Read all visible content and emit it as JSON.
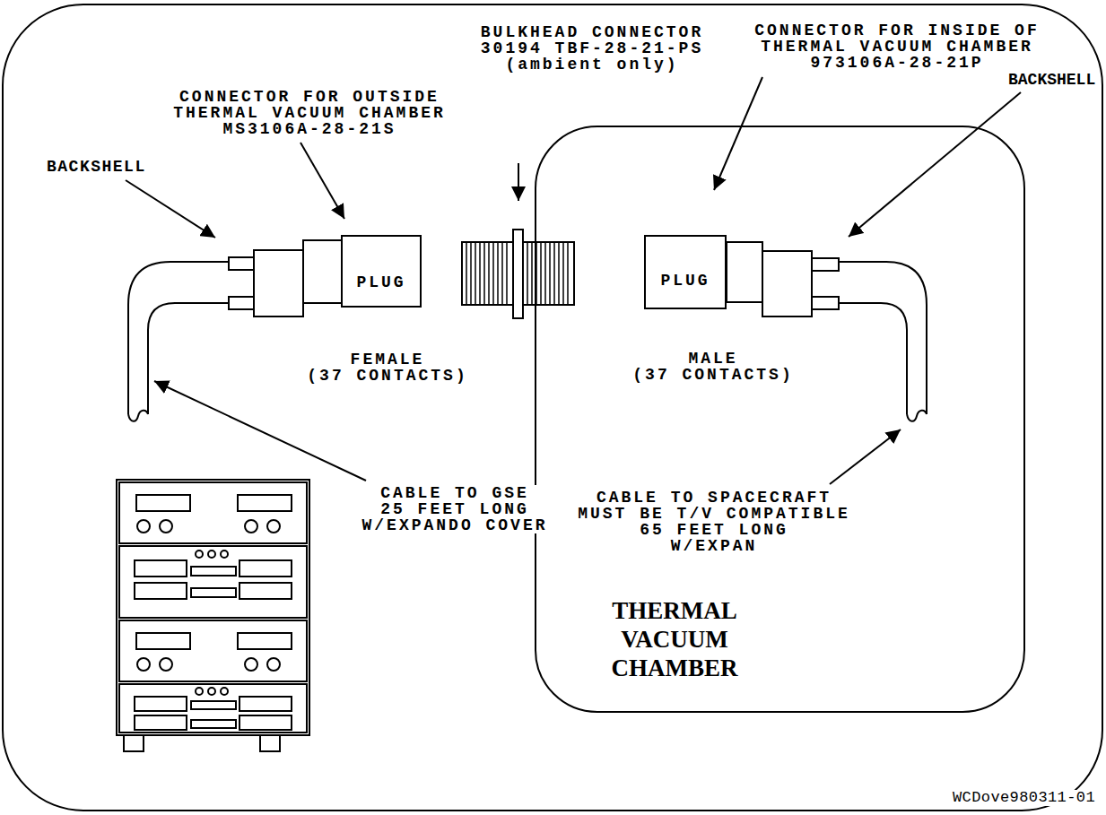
{
  "diagram": {
    "nodes": [
      {
        "text": [
          "PLUG"
        ]
      },
      {
        "text": [
          "THERMAL VACUUM CHAMBER"
        ]
      },
      {
        "text": [
          "PLUG"
        ],
        "in": 1
      }
    ],
    "labels": [
      "BULKHEAD CONNECTOR 30194 TBF-28-21-PS (ambient only)",
      "CONNECTOR FOR INSIDE OF THERMAL VACUUM CHAMBER 973106A-28-21P",
      "CONNECTOR FOR OUTSIDE THERMAL VACUUM CHAMBER MS3106A-28-21S",
      "BACKSHELL",
      "BACKSHELL",
      "FEMALE (37 CONTACTS)",
      "MALE (37 CONTACTS)",
      "CABLE TO GSE 25 FEET LONG W/EXPANDO COVER",
      "CABLE TO SPACECRAFT MUST BE T/V COMPATIBLE 65 FEET LONG W/EXPAN",
      "WCDove980311-01"
    ]
  }
}
